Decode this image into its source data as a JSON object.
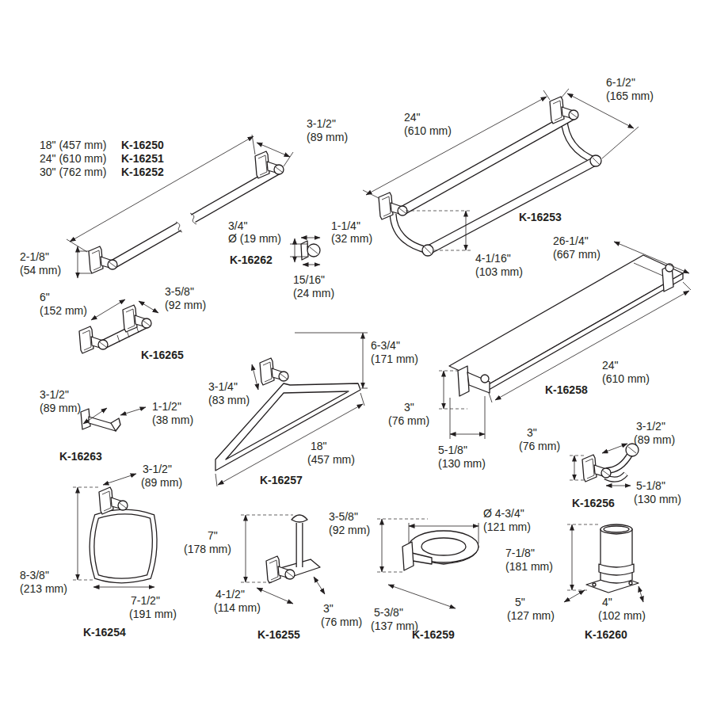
{
  "diagram": {
    "labels": [
      "18\" (457 mm)",
      "K-16250",
      "24\" (610 mm)",
      "K-16251",
      "30\" (762 mm)",
      "K-16252",
      "3-1/2\"",
      "(89 mm)",
      "24\"",
      "(610 mm)",
      "6-1/2\"",
      "(165 mm)",
      "K-16253",
      "3/4\"",
      "Ø (19 mm)",
      "1-1/4\"",
      "(32 mm)",
      "K-16262",
      "2-1/8\"",
      "(54 mm)",
      "15/16\"",
      "(24 mm)",
      "26-1/4\"",
      "(667 mm)",
      "4-1/16\"",
      "(103 mm)",
      "6\"",
      "(152 mm)",
      "3-5/8\"",
      "(92 mm)",
      "K-16265",
      "6-3/4\"",
      "(171 mm)",
      "24\"",
      "(610 mm)",
      "K-16258",
      "3-1/2\"",
      "(89 mm)",
      "1-1/2\"",
      "(38 mm)",
      "3-1/4\"",
      "(83 mm)",
      "3\"",
      "(76 mm)",
      "3\"",
      "(76 mm)",
      "3-1/2\"",
      "(89 mm)",
      "K-16263",
      "18\"",
      "(457 mm)",
      "5-1/8\"",
      "(130 mm)",
      "5-1/8\"",
      "(130 mm)",
      "3-1/2\"",
      "(89 mm)",
      "K-16257",
      "K-16256",
      "3-5/8\"",
      "(92 mm)",
      "Ø 4-3/4\"",
      "(121 mm)",
      "7\"",
      "(178 mm)",
      "7-1/8\"",
      "(181 mm)",
      "8-3/8\"",
      "(213 mm)",
      "4-1/2\"",
      "(114 mm)",
      "3\"",
      "(76 mm)",
      "7-1/2\"",
      "(191 mm)",
      "5\"",
      "(127 mm)",
      "4\"",
      "(102 mm)",
      "5-3/8\"",
      "(137 mm)",
      "K-16254",
      "K-16255",
      "K-16259",
      "K-16260"
    ]
  }
}
